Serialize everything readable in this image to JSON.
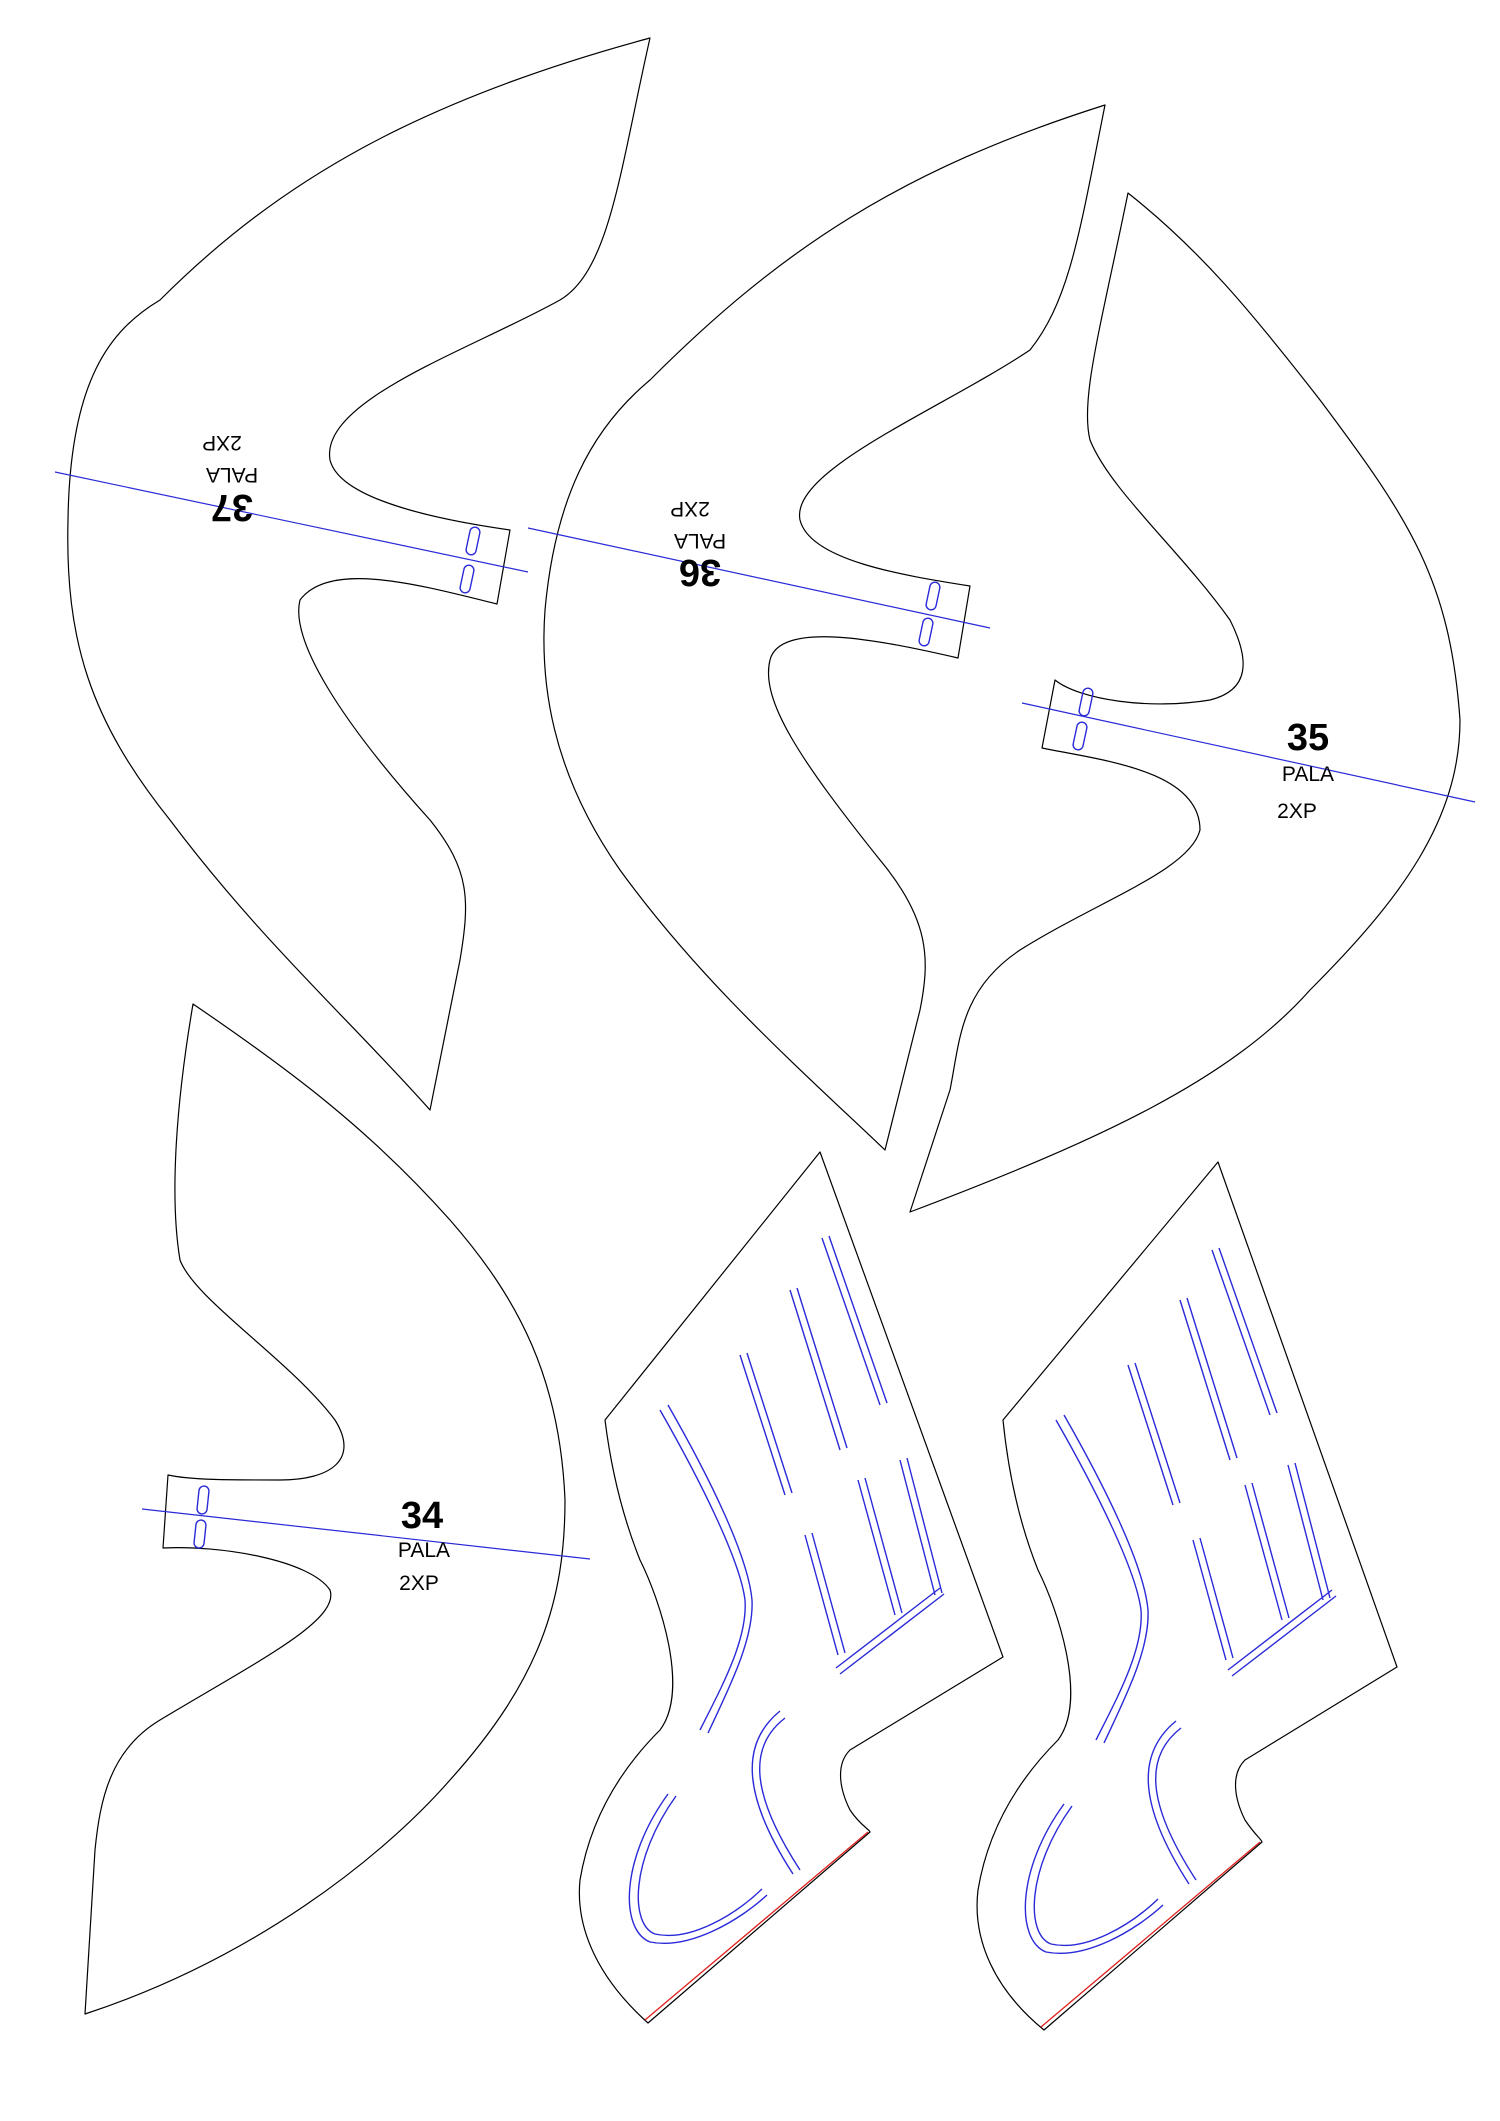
{
  "pattern_pieces": [
    {
      "id": "p37",
      "size": "37",
      "piece": "PALA",
      "quantity": "2XP"
    },
    {
      "id": "p36",
      "size": "36",
      "piece": "PALA",
      "quantity": "2XP"
    },
    {
      "id": "p35",
      "size": "35",
      "piece": "PALA",
      "quantity": "2XP"
    },
    {
      "id": "p34",
      "size": "34",
      "piece": "PALA",
      "quantity": "2XP"
    }
  ],
  "colors": {
    "outline": "#000000",
    "slot_lines": "#2a2ad8",
    "axis_lines": "#2a2ad8",
    "hem_line": "#e0201c",
    "background": "#ffffff"
  }
}
